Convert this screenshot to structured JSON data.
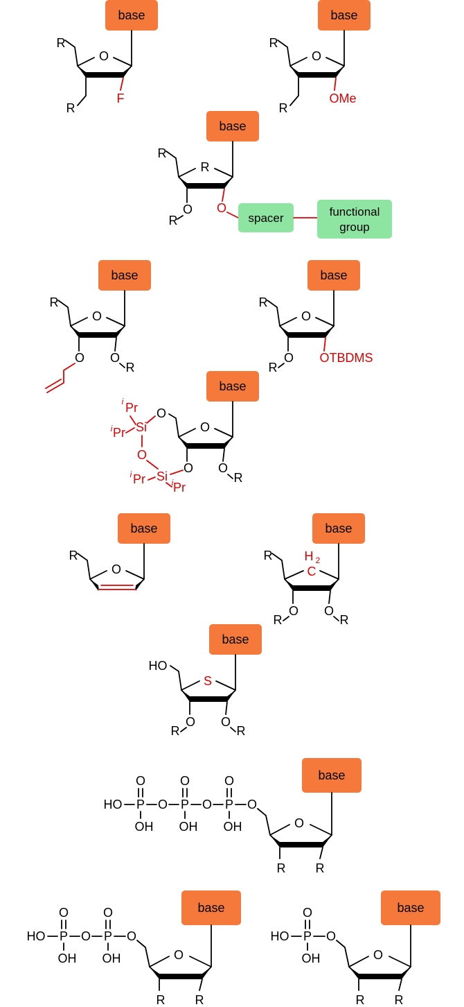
{
  "labels": {
    "base": "base",
    "R": "R",
    "O": "O",
    "F": "F",
    "OMe": "OMe",
    "OTBDMS": "OTBDMS",
    "HO": "HO",
    "OH": "OH",
    "P": "P",
    "Si": "Si",
    "S": "S",
    "C": "C",
    "H": "H",
    "sub2": "2",
    "Pr": "Pr",
    "i": "i",
    "spacer": "spacer",
    "functional": "functional",
    "group": "group"
  },
  "colors": {
    "base_box": "#f5793b",
    "green_box": "#8ee5a1",
    "modification": "#e00000",
    "bond": "#000000"
  }
}
